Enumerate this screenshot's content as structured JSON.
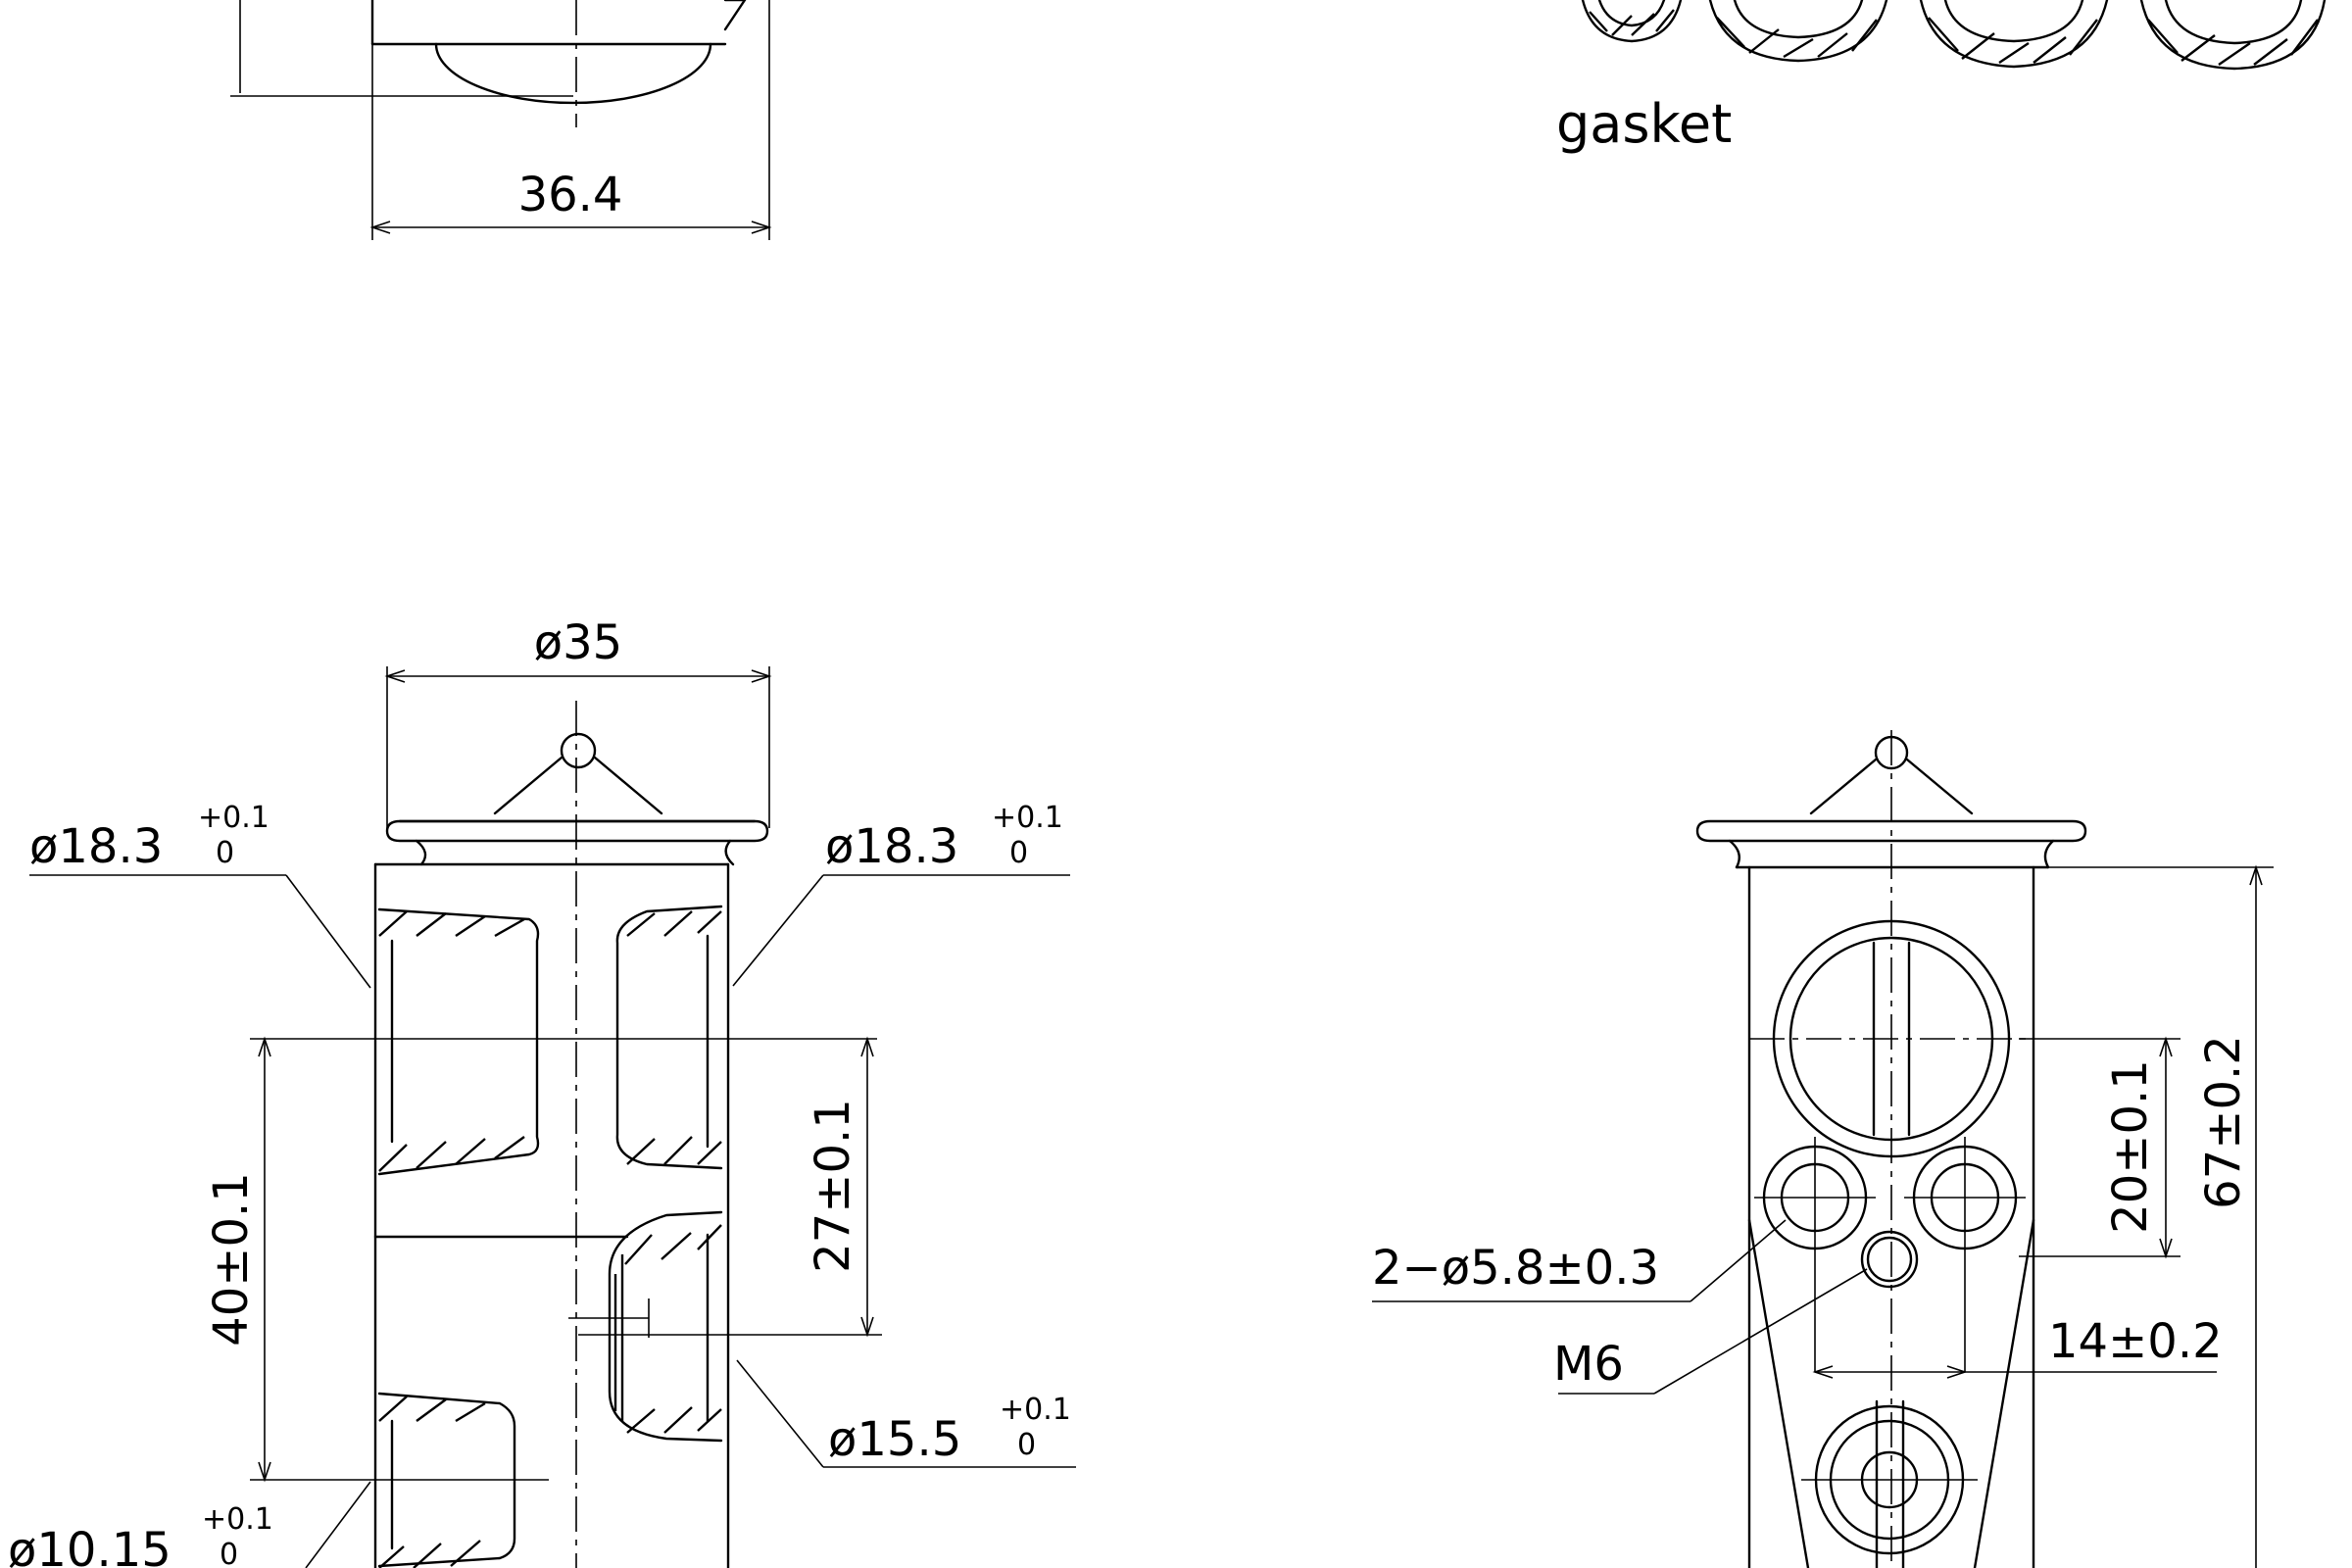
{
  "labels": {
    "gasket": "gasket",
    "width_36_4": "36.4",
    "dia_35": "ø35",
    "dia_18_3_left": "ø18.3",
    "dia_18_3_right": "ø18.3",
    "tol_plus_0_1": "+0.1",
    "tol_zero": "0",
    "dia_15_5": "ø15.5",
    "dia_10_15": "ø10.15",
    "dim_40": "40±0.1",
    "dim_27": "27±0.1",
    "holes_2_dia_5_8": "2−ø5.8±0.3",
    "thread_m6": "M6",
    "dim_14": "14±0.2",
    "dim_20": "20±0.1",
    "dim_67": "67±0.2"
  }
}
